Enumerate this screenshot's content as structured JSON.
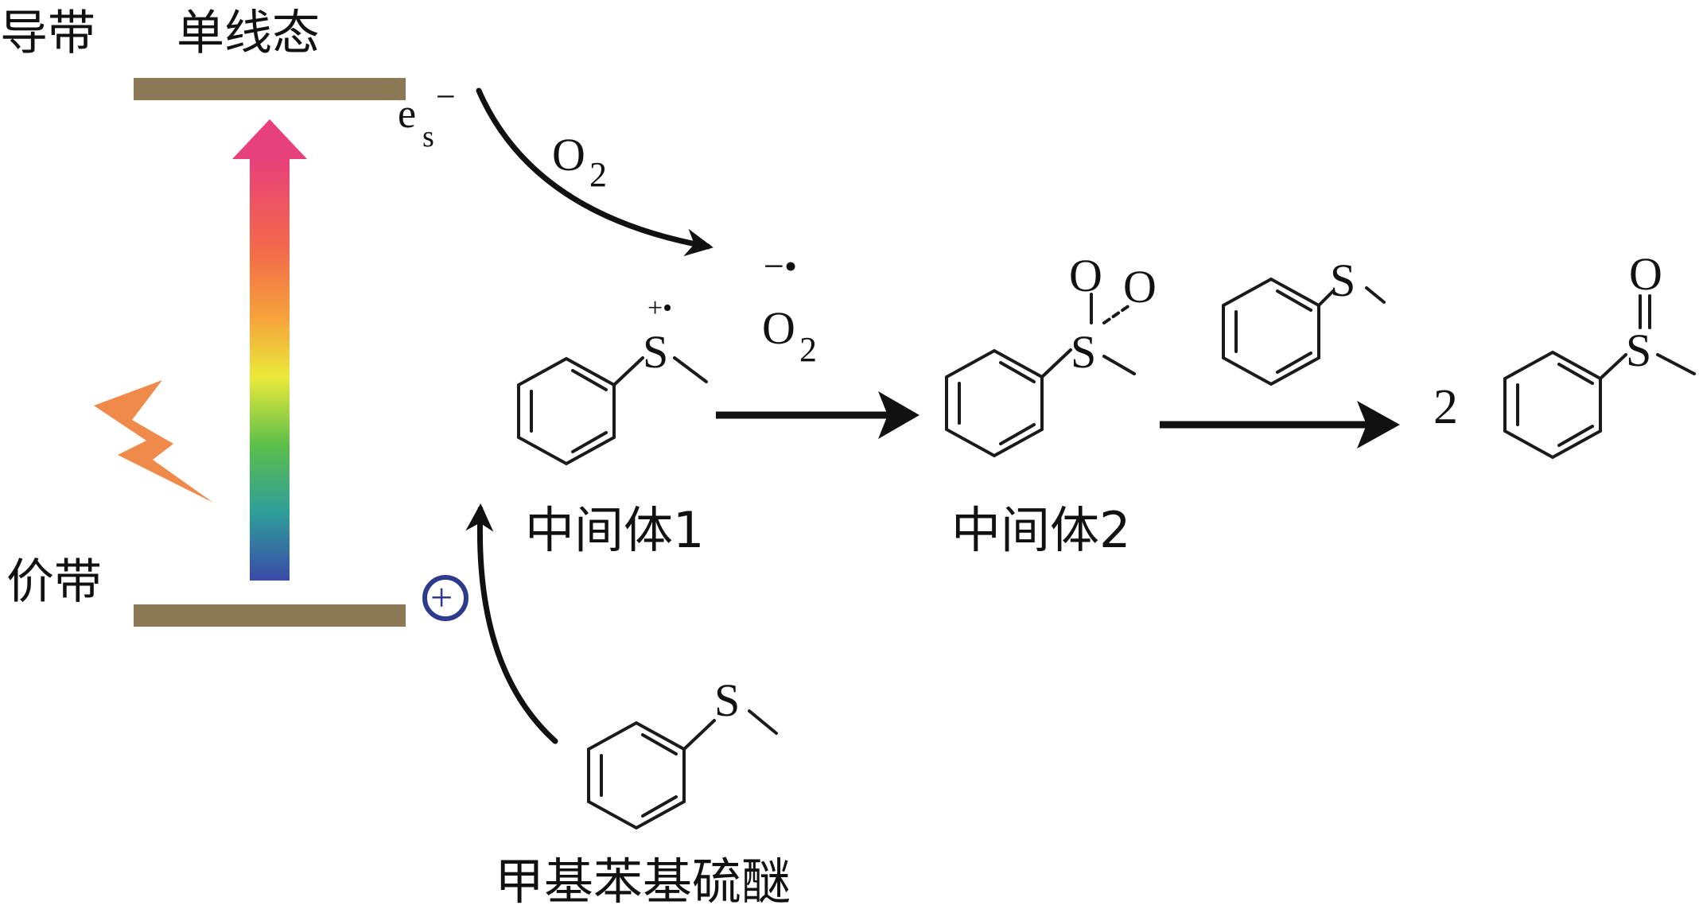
{
  "labels": {
    "conduction_band": "导带",
    "singlet_state": "单线态",
    "valence_band": "价带",
    "electron": "e",
    "electron_sub": "s",
    "electron_sup": "−",
    "oxygen_O": "O",
    "oxygen_sub": "2",
    "superoxide_O": "O",
    "superoxide_sub": "2",
    "superoxide_mark": "−•",
    "hole_symbol": "+",
    "intermediate1": "中间体1",
    "intermediate2": "中间体2",
    "substrate": "甲基苯基硫醚",
    "coefficient": "2"
  },
  "atoms": {
    "sulfur": "S",
    "oxygen": "O",
    "radical_cation": "+•"
  },
  "colors": {
    "band": "#8b7a55",
    "arrow": "#111111",
    "hole": "#2e3a8c",
    "lightning": "#f08a4b",
    "gradient_top": "#e8407a",
    "gradient_bottom": "#3a4aa8"
  },
  "icons": {
    "excitation_arrow": "rainbow-up-arrow",
    "light": "lightning-bolt-icon",
    "hole": "circled-plus-icon"
  }
}
